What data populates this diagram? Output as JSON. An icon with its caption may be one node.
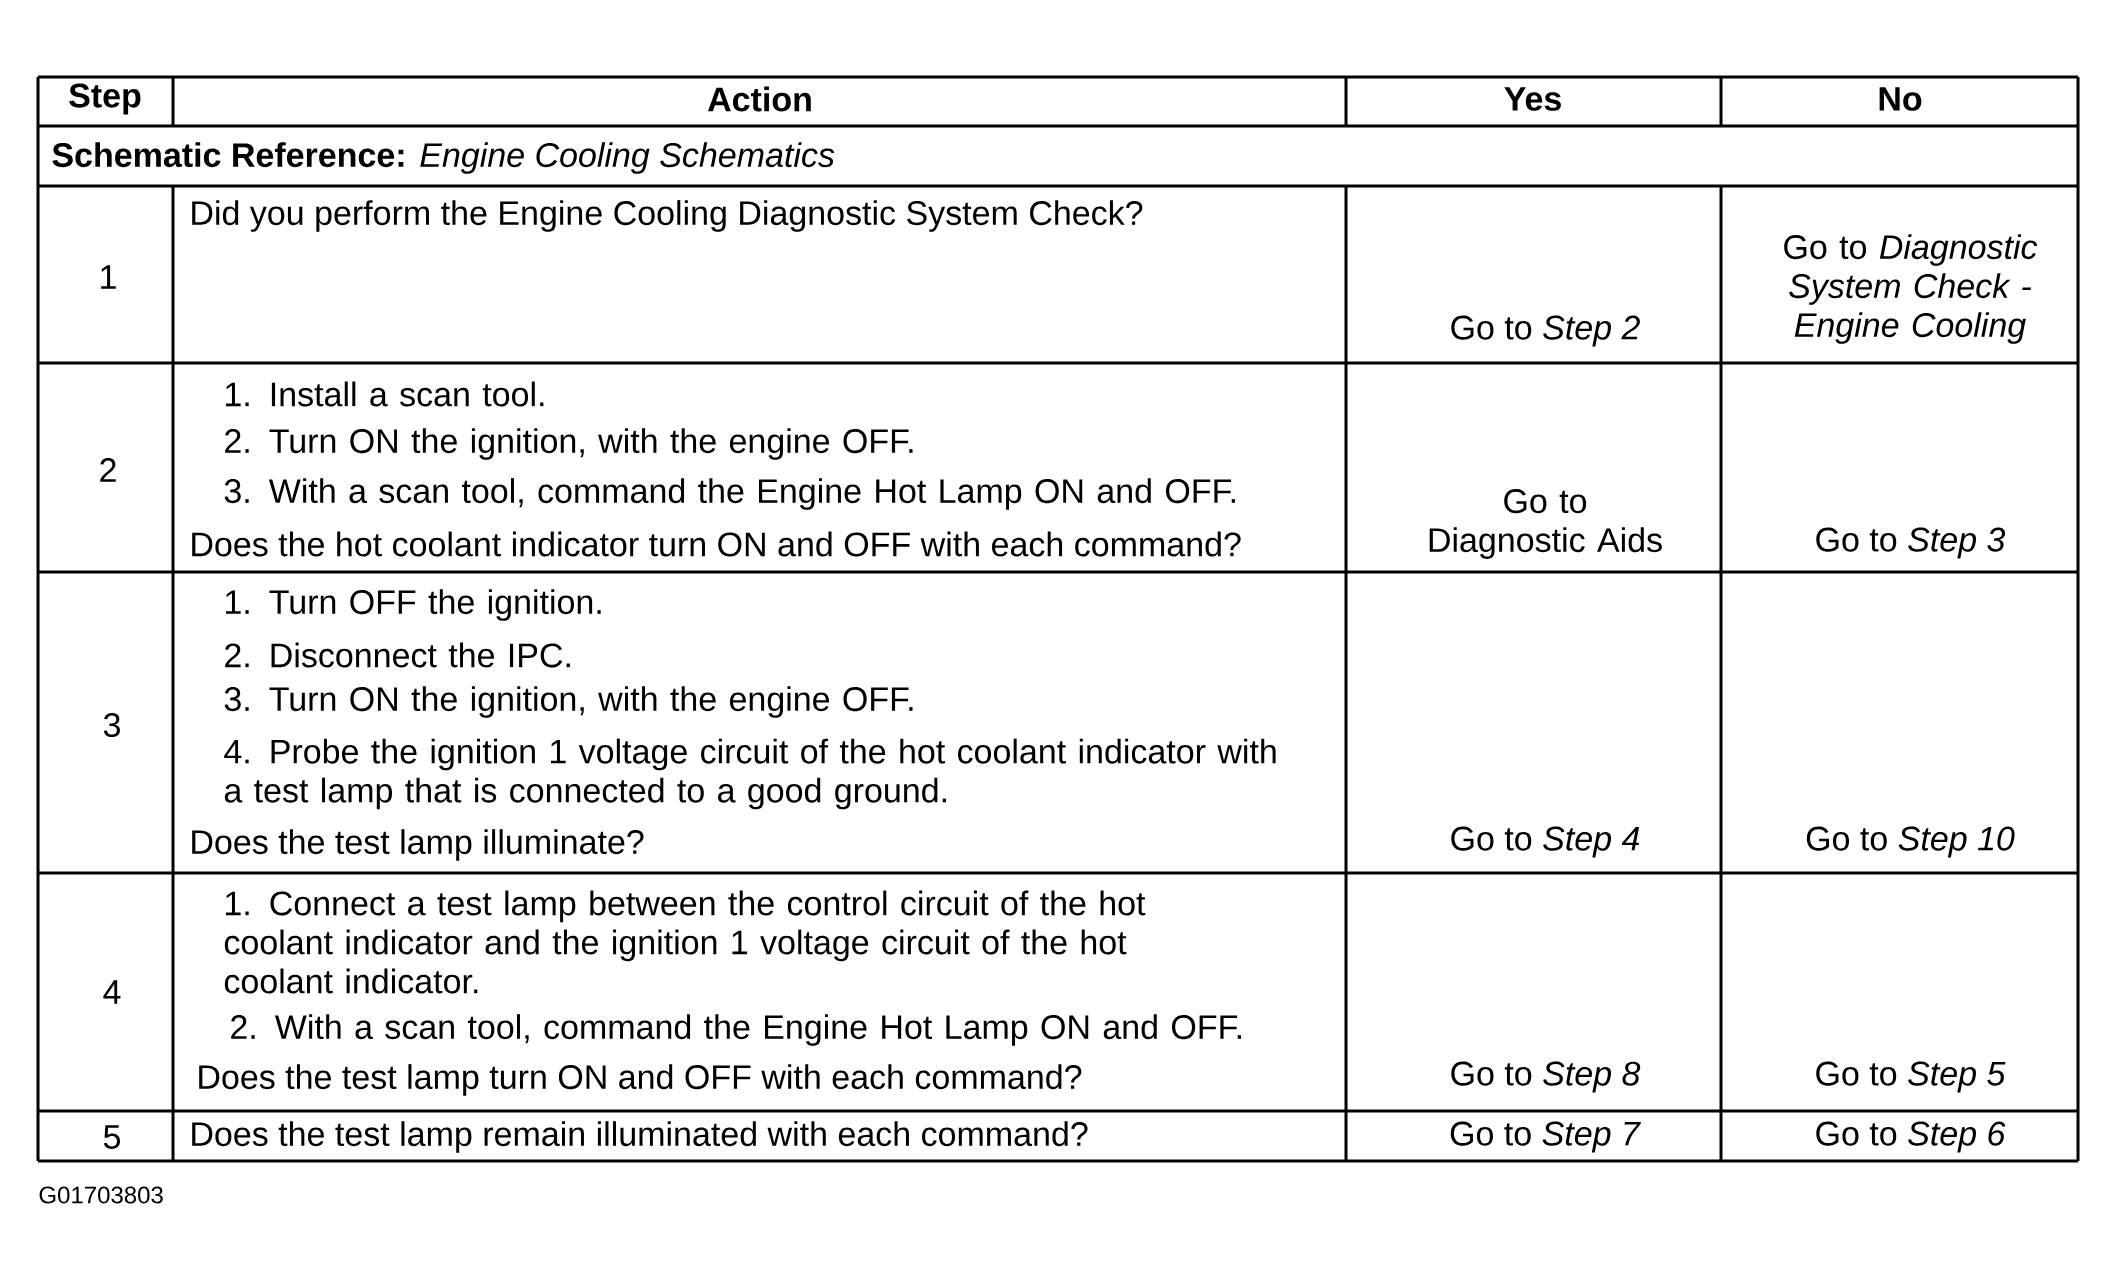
{
  "diagram": {
    "labels": [
      "Step",
      "Action",
      "Yes",
      "No",
      "**Schematic Reference:** *Engine Cooling Schematics*",
      "1",
      "Did you perform the Engine Cooling Diagnostic System Check?",
      "Go to *Step 2*",
      "Go to *Diagnostic System Check - Engine Cooling*",
      "2",
      "1. Install a scan tool.",
      "2. Turn ON the ignition, with the engine OFF.",
      "3. With a scan tool, command the Engine Hot Lamp ON and OFF.",
      "Does the hot coolant indicator turn ON and OFF with each command?",
      "Go to Diagnostic Aids",
      "Go to *Step 3*",
      "3",
      "1. Turn OFF the ignition.",
      "2. Disconnect the IPC.",
      "3. Turn ON the ignition, with the engine OFF.",
      "4. Probe the ignition 1 voltage circuit of the hot coolant indicator with a test lamp that is connected to a good ground.",
      "Does the test lamp illuminate?",
      "Go to *Step 4*",
      "Go to *Step 10*",
      "4",
      "1. Connect a test lamp between the control circuit of the hot coolant indicator and the ignition 1 voltage circuit of the hot coolant indicator.",
      "2. With a scan tool, command the Engine Hot Lamp ON and OFF.",
      "Does the test lamp turn ON and OFF with each command?",
      "Go to *Step 8*",
      "Go to *Step 5*",
      "5",
      "Does the test lamp remain illuminated with each command?",
      "Go to *Step 7*",
      "Go to *Step 6*",
      "G01703803"
    ]
  }
}
